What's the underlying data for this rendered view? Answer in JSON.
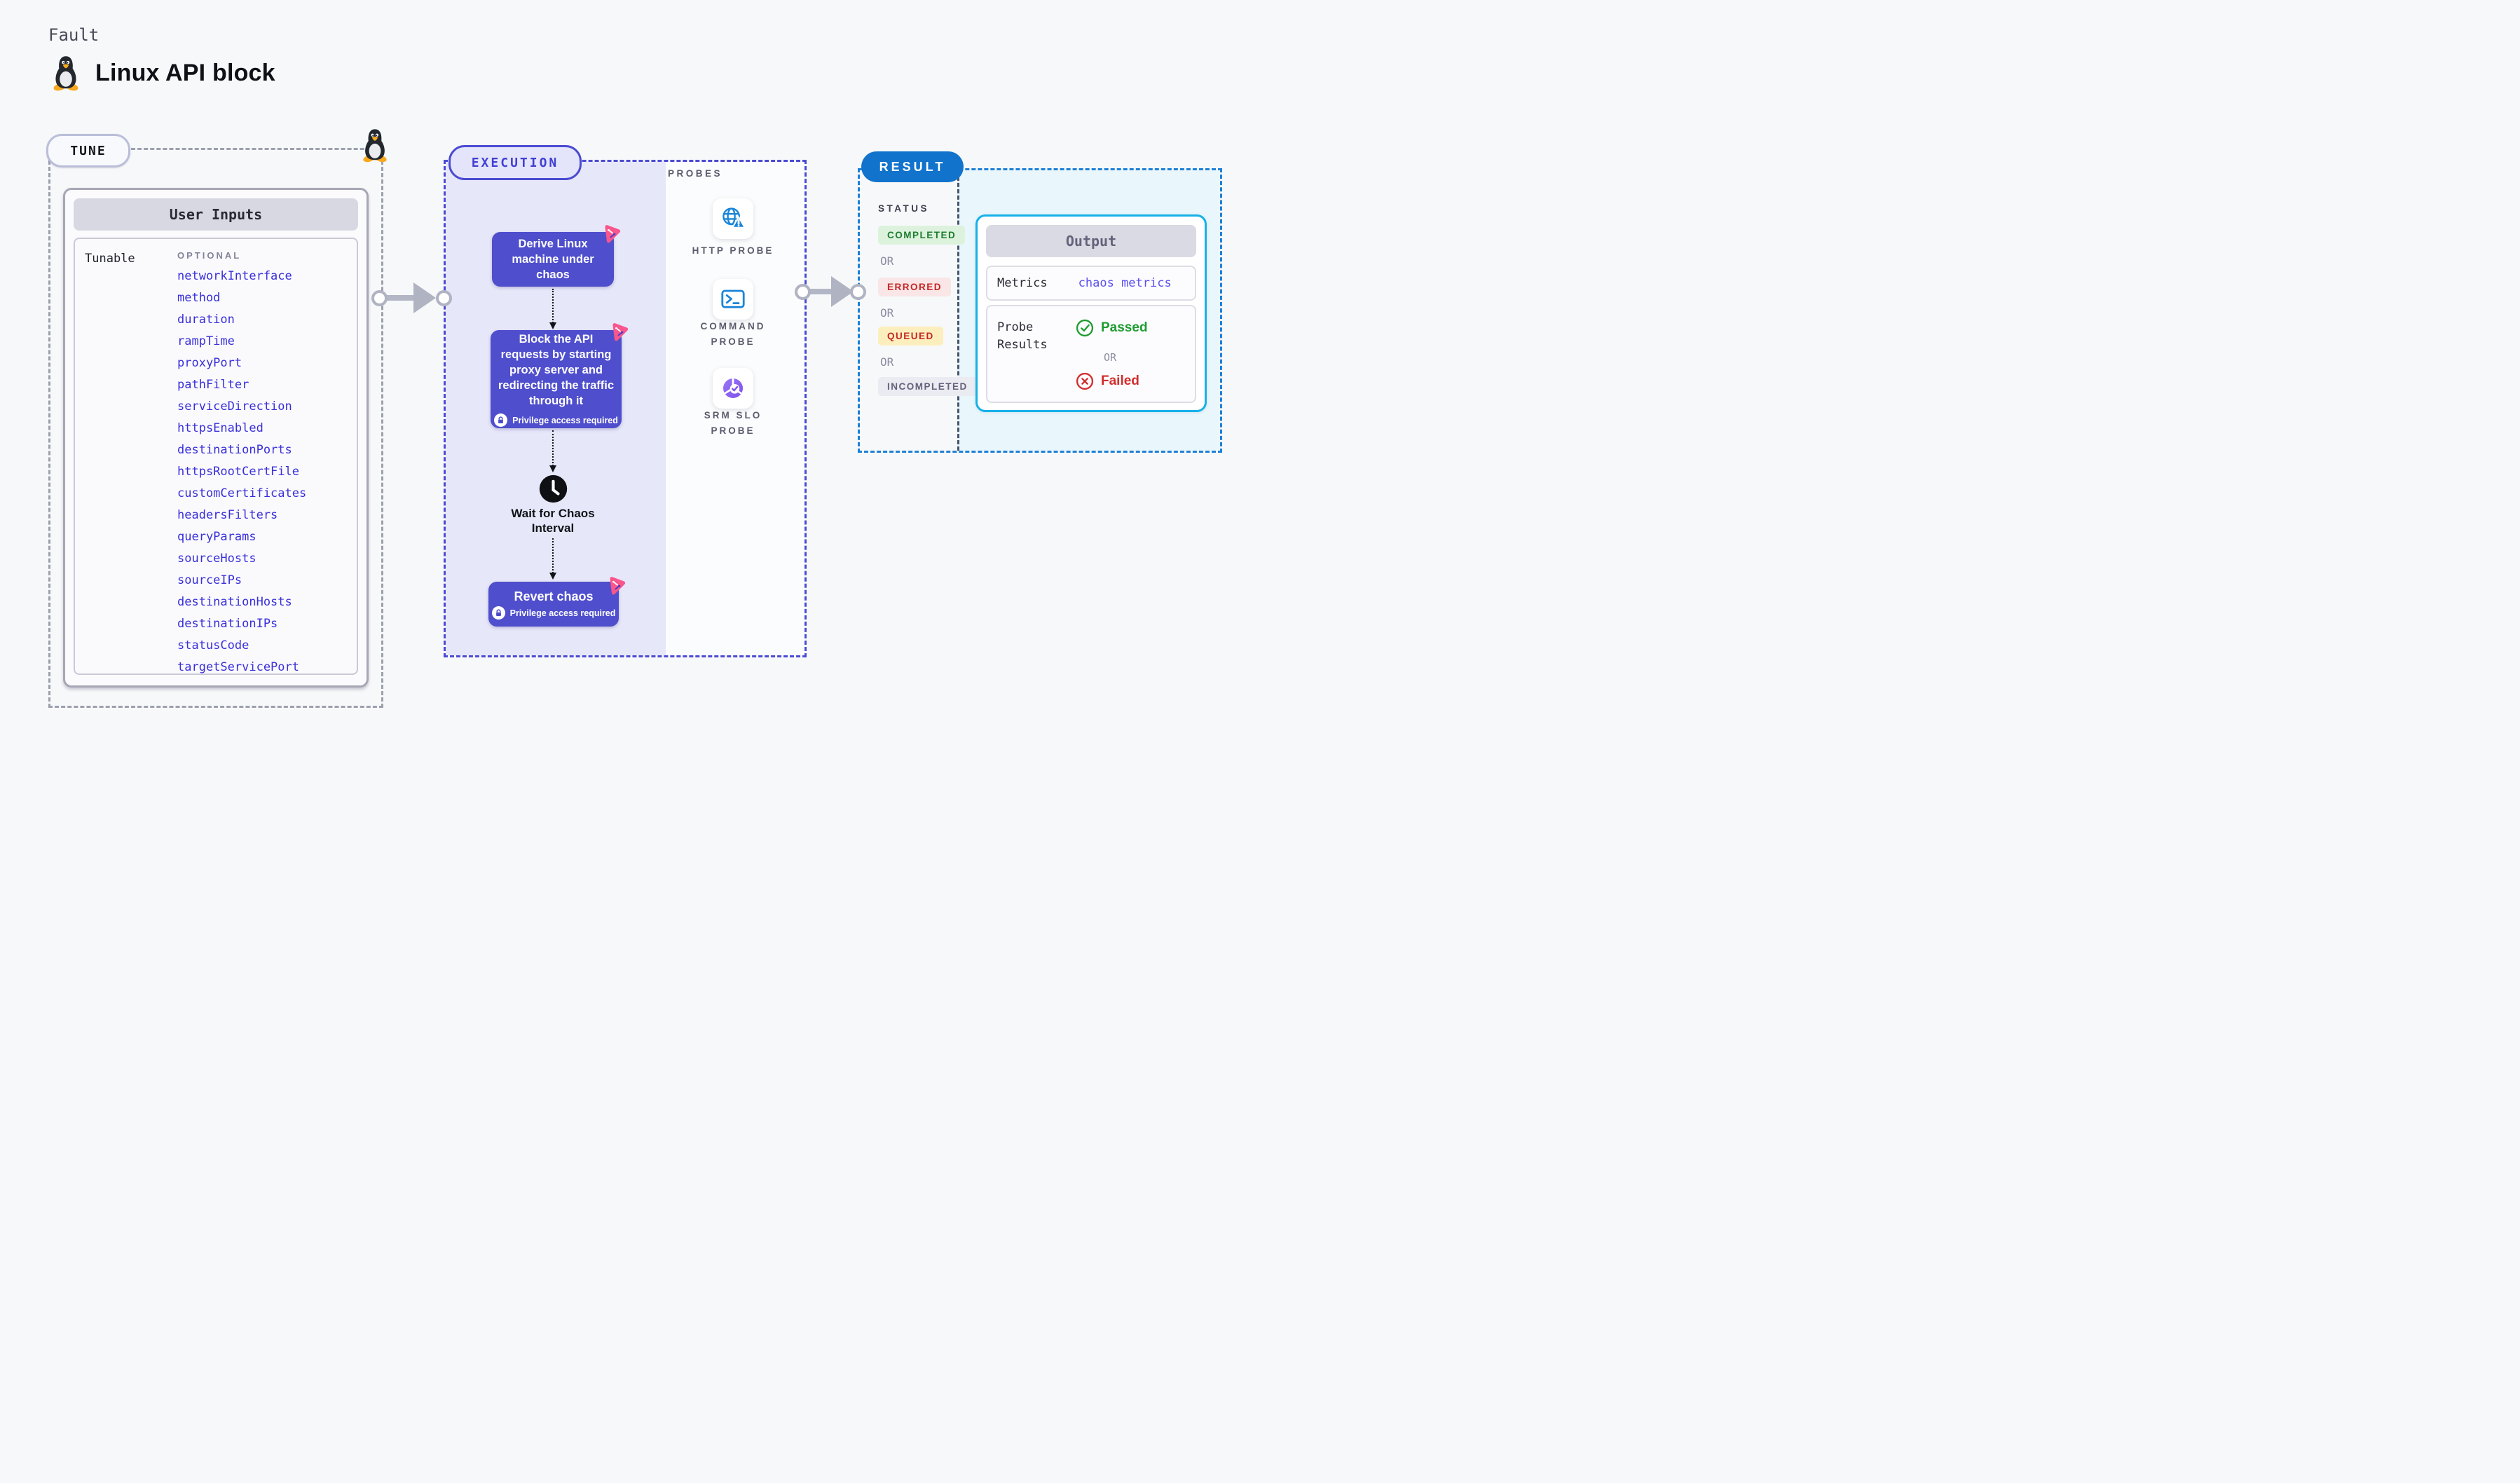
{
  "page": {
    "kicker": "Fault",
    "title": "Linux API block"
  },
  "tune": {
    "label": "TUNE",
    "card_title": "User Inputs",
    "row_label": "Tunable",
    "column_label": "OPTIONAL",
    "params": [
      "networkInterface",
      "method",
      "duration",
      "rampTime",
      "proxyPort",
      "pathFilter",
      "serviceDirection",
      "httpsEnabled",
      "destinationPorts",
      "httpsRootCertFile",
      "customCertificates",
      "headersFilters",
      "queryParams",
      "sourceHosts",
      "sourceIPs",
      "destinationHosts",
      "destinationIPs",
      "statusCode",
      "targetServicePort"
    ]
  },
  "execution": {
    "label": "EXECUTION",
    "steps": [
      {
        "text": "Derive Linux machine under chaos",
        "privilege": ""
      },
      {
        "text": "Block the API requests by starting proxy server and redirecting the traffic through it",
        "privilege": "Privilege access required"
      },
      {
        "text": "Revert chaos",
        "privilege": "Privilege access required"
      }
    ],
    "wait_label": "Wait for Chaos Interval"
  },
  "probes": {
    "label": "PROBES",
    "items": [
      {
        "name": "HTTP PROBE",
        "icon": "globe-alert-icon"
      },
      {
        "name": "COMMAND PROBE",
        "icon": "terminal-icon"
      },
      {
        "name": "SRM SLO PROBE",
        "icon": "slo-gauge-icon"
      }
    ]
  },
  "result": {
    "label": "RESULT",
    "status_label": "STATUS",
    "or_label": "OR",
    "statuses": [
      {
        "text": "COMPLETED",
        "color": "#1e7d2f",
        "bg": "#ddf2dd"
      },
      {
        "text": "ERRORED",
        "color": "#c42525",
        "bg": "#fae6e6"
      },
      {
        "text": "QUEUED",
        "color": "#c42525",
        "bg": "#fdeebd"
      },
      {
        "text": "INCOMPLETED",
        "color": "#62627b",
        "bg": "#ebebf2"
      }
    ],
    "output": {
      "title": "Output",
      "metrics_label": "Metrics",
      "metrics_value": "chaos metrics",
      "probe_results_label": "Probe Results",
      "passed_label": "Passed",
      "or_label": "OR",
      "failed_label": "Failed"
    }
  },
  "colors": {
    "accent_indigo": "#4f4ecd",
    "accent_pink": "#f8568c",
    "accent_blue": "#1173cb",
    "accent_cyan": "#17b1e9",
    "param_blue": "#392fd9",
    "passed_green": "#1f9c31",
    "failed_red": "#d22c2c",
    "execution_fill": "#e7e7fa",
    "result_fill": "#e9f6fc"
  }
}
